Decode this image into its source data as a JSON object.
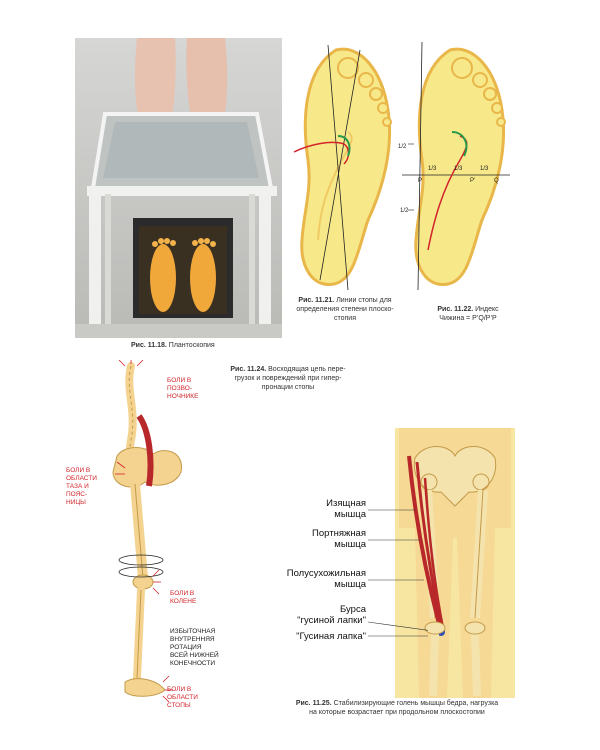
{
  "fig_11_18": {
    "num": "Рис. 11.18.",
    "text": "Плантоскопия"
  },
  "fig_11_21": {
    "num": "Рис. 11.21.",
    "lines": [
      "Линии стопы для",
      "определения степени плоско-",
      "стопия"
    ]
  },
  "fig_11_22": {
    "num": "Рис. 11.22.",
    "lines": [
      "Индекс",
      "Чижина = P’Q/P’P"
    ]
  },
  "fig_11_22_marks": {
    "half_top": "1/2",
    "half_bottom": "1/2",
    "thirds": [
      "1/3",
      "1/3",
      "1/3"
    ],
    "points": [
      "P",
      "P’",
      "Q"
    ]
  },
  "fig_11_24": {
    "num": "Рис. 11.24.",
    "lines": [
      "Восходящая цепь пере-",
      "грузок и повреждений при гипер-",
      "пронации стопы"
    ]
  },
  "fig_11_24_labels": {
    "spine": [
      "БОЛИ В",
      "ПОЗВО-",
      "НОЧНИКЕ"
    ],
    "pelvis": [
      "БОЛИ В",
      "ОБЛАСТИ",
      "ТАЗА И",
      "ПОЯС-",
      "НИЦЫ"
    ],
    "knee": [
      "БОЛИ В",
      "КОЛЕНЕ"
    ],
    "rotation": [
      "ИЗБЫТОЧНАЯ",
      "ВНУТРЕННЯЯ",
      "РОТАЦИЯ",
      "ВСЕЙ НИЖНЕЙ",
      "КОНЕЧНОСТИ"
    ],
    "foot": [
      "БОЛИ В",
      "ОБЛАСТИ",
      "СТОПЫ"
    ]
  },
  "fig_11_25": {
    "num": "Рис. 11.25.",
    "lines": [
      "Стабилизирующие голень мышцы бедра, нагрузка",
      "на которые возрастает при продольном плоскостопии"
    ]
  },
  "fig_11_25_labels": {
    "gracilis": [
      "Изящная",
      "мышца"
    ],
    "sartorius": [
      "Портняжная",
      "мышца"
    ],
    "semitendinosus": [
      "Полусухожильная",
      "мышца"
    ],
    "bursa": [
      "Бурса",
      "\"гусиной лапки\""
    ],
    "pes_anserinus": [
      "\"Гусиная лапка\""
    ]
  },
  "colors": {
    "foot_fill": "#f7e98a",
    "foot_edge": "#e9b64a",
    "pain_red": "#d2232a",
    "muscle": "#b8282a",
    "bone": "#f3d38f"
  }
}
